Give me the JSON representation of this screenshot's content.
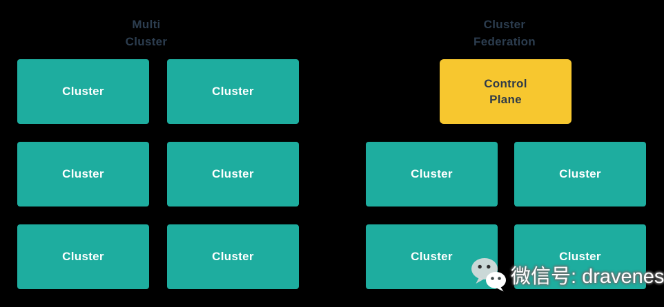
{
  "colors": {
    "background": "#000000",
    "cluster_box": "#1ead9f",
    "control_plane_box": "#f7c72f",
    "group_title_text": "#2c3d4f",
    "cluster_label_text": "#ffffff",
    "control_plane_label_text": "#2f3a48",
    "watermark_text": "#ffffff"
  },
  "multi_cluster": {
    "title_line1": "Multi",
    "title_line2": "Cluster",
    "boxes": [
      "Cluster",
      "Cluster",
      "Cluster",
      "Cluster",
      "Cluster",
      "Cluster"
    ]
  },
  "cluster_federation": {
    "title_line1": "Cluster",
    "title_line2": "Federation",
    "control_plane": {
      "line1": "Control",
      "line2": "Plane"
    },
    "boxes": [
      "Cluster",
      "Cluster",
      "Cluster",
      "Cluster"
    ]
  },
  "watermark": {
    "icon": "wechat-icon",
    "text": "微信号: draveness"
  }
}
